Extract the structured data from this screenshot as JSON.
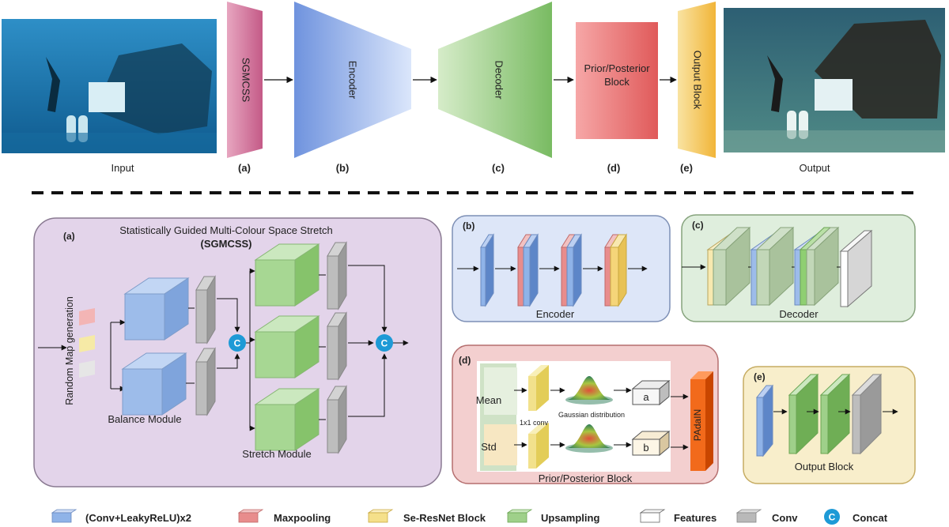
{
  "pipeline": {
    "input_label": "Input",
    "output_label": "Output",
    "stages": [
      {
        "letter": "(a)",
        "name": "SGMCSS"
      },
      {
        "letter": "(b)",
        "name": "Encoder"
      },
      {
        "letter": "(c)",
        "name": "Decoder"
      },
      {
        "letter": "(d)",
        "name": "Prior/Posterior Block"
      },
      {
        "letter": "(e)",
        "name": "Output Block"
      }
    ]
  },
  "panel_a": {
    "letter": "(a)",
    "title": "Statistically Guided Multi-Colour Space Stretch",
    "abbrev": "(SGMCSS)",
    "random_map": "Random Map generation",
    "balance_module": "Balance Module",
    "stretch_module": "Stretch Module",
    "concat_glyph": "C"
  },
  "panel_b": {
    "letter": "(b)",
    "label": "Encoder"
  },
  "panel_c": {
    "letter": "(c)",
    "label": "Decoder"
  },
  "panel_d": {
    "letter": "(d)",
    "label": "Prior/Posterior Block",
    "mean": "Mean",
    "std": "Std",
    "conv": "1x1 conv",
    "gaussian": "Gaussian distribution",
    "a": "a",
    "b": "b",
    "padain": "PAdaIN"
  },
  "panel_e": {
    "letter": "(e)",
    "label": "Output Block"
  },
  "legend": [
    {
      "label": "(Conv+LeakyReLU)x2",
      "color": "#8fb3e8"
    },
    {
      "label": "Maxpooling",
      "color": "#e88c8c"
    },
    {
      "label": "Se-ResNet Block",
      "color": "#f5e08a"
    },
    {
      "label": "Upsampling",
      "color": "#9fd08a"
    },
    {
      "label": "Features",
      "color": "#ffffff"
    },
    {
      "label": "Conv",
      "color": "#b9b9b9"
    },
    {
      "label": "Concat",
      "color": "#1e9ad6"
    }
  ]
}
